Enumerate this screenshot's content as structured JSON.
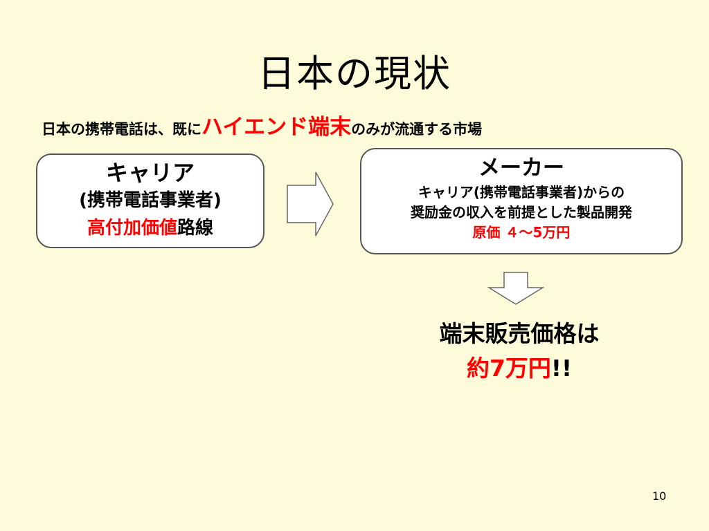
{
  "slide": {
    "title": "日本の現状",
    "subtitle": {
      "prefix": "日本の携帯電話は、既に",
      "highlight": "ハイエンド端末",
      "suffix": "のみが流通する市場"
    },
    "carrier_box": {
      "heading": "キャリア",
      "line1": "(携帯電話事業者)",
      "line2_red": "高付加価値",
      "line2_black": "路線"
    },
    "maker_box": {
      "heading": "メーカー",
      "line1": "キャリア(携帯電話事業者)からの",
      "line2": "奨励金の収入を前提とした製品開発",
      "line3_red": "原価 ４～5万円"
    },
    "result": {
      "line1": "端末販売価格は",
      "line2_red": "約7万円",
      "line2_black": "!!"
    },
    "page_number": "10"
  },
  "colors": {
    "background": "#fdfbd9",
    "accent_red": "#ff0000",
    "box_fill": "#ffffff"
  }
}
